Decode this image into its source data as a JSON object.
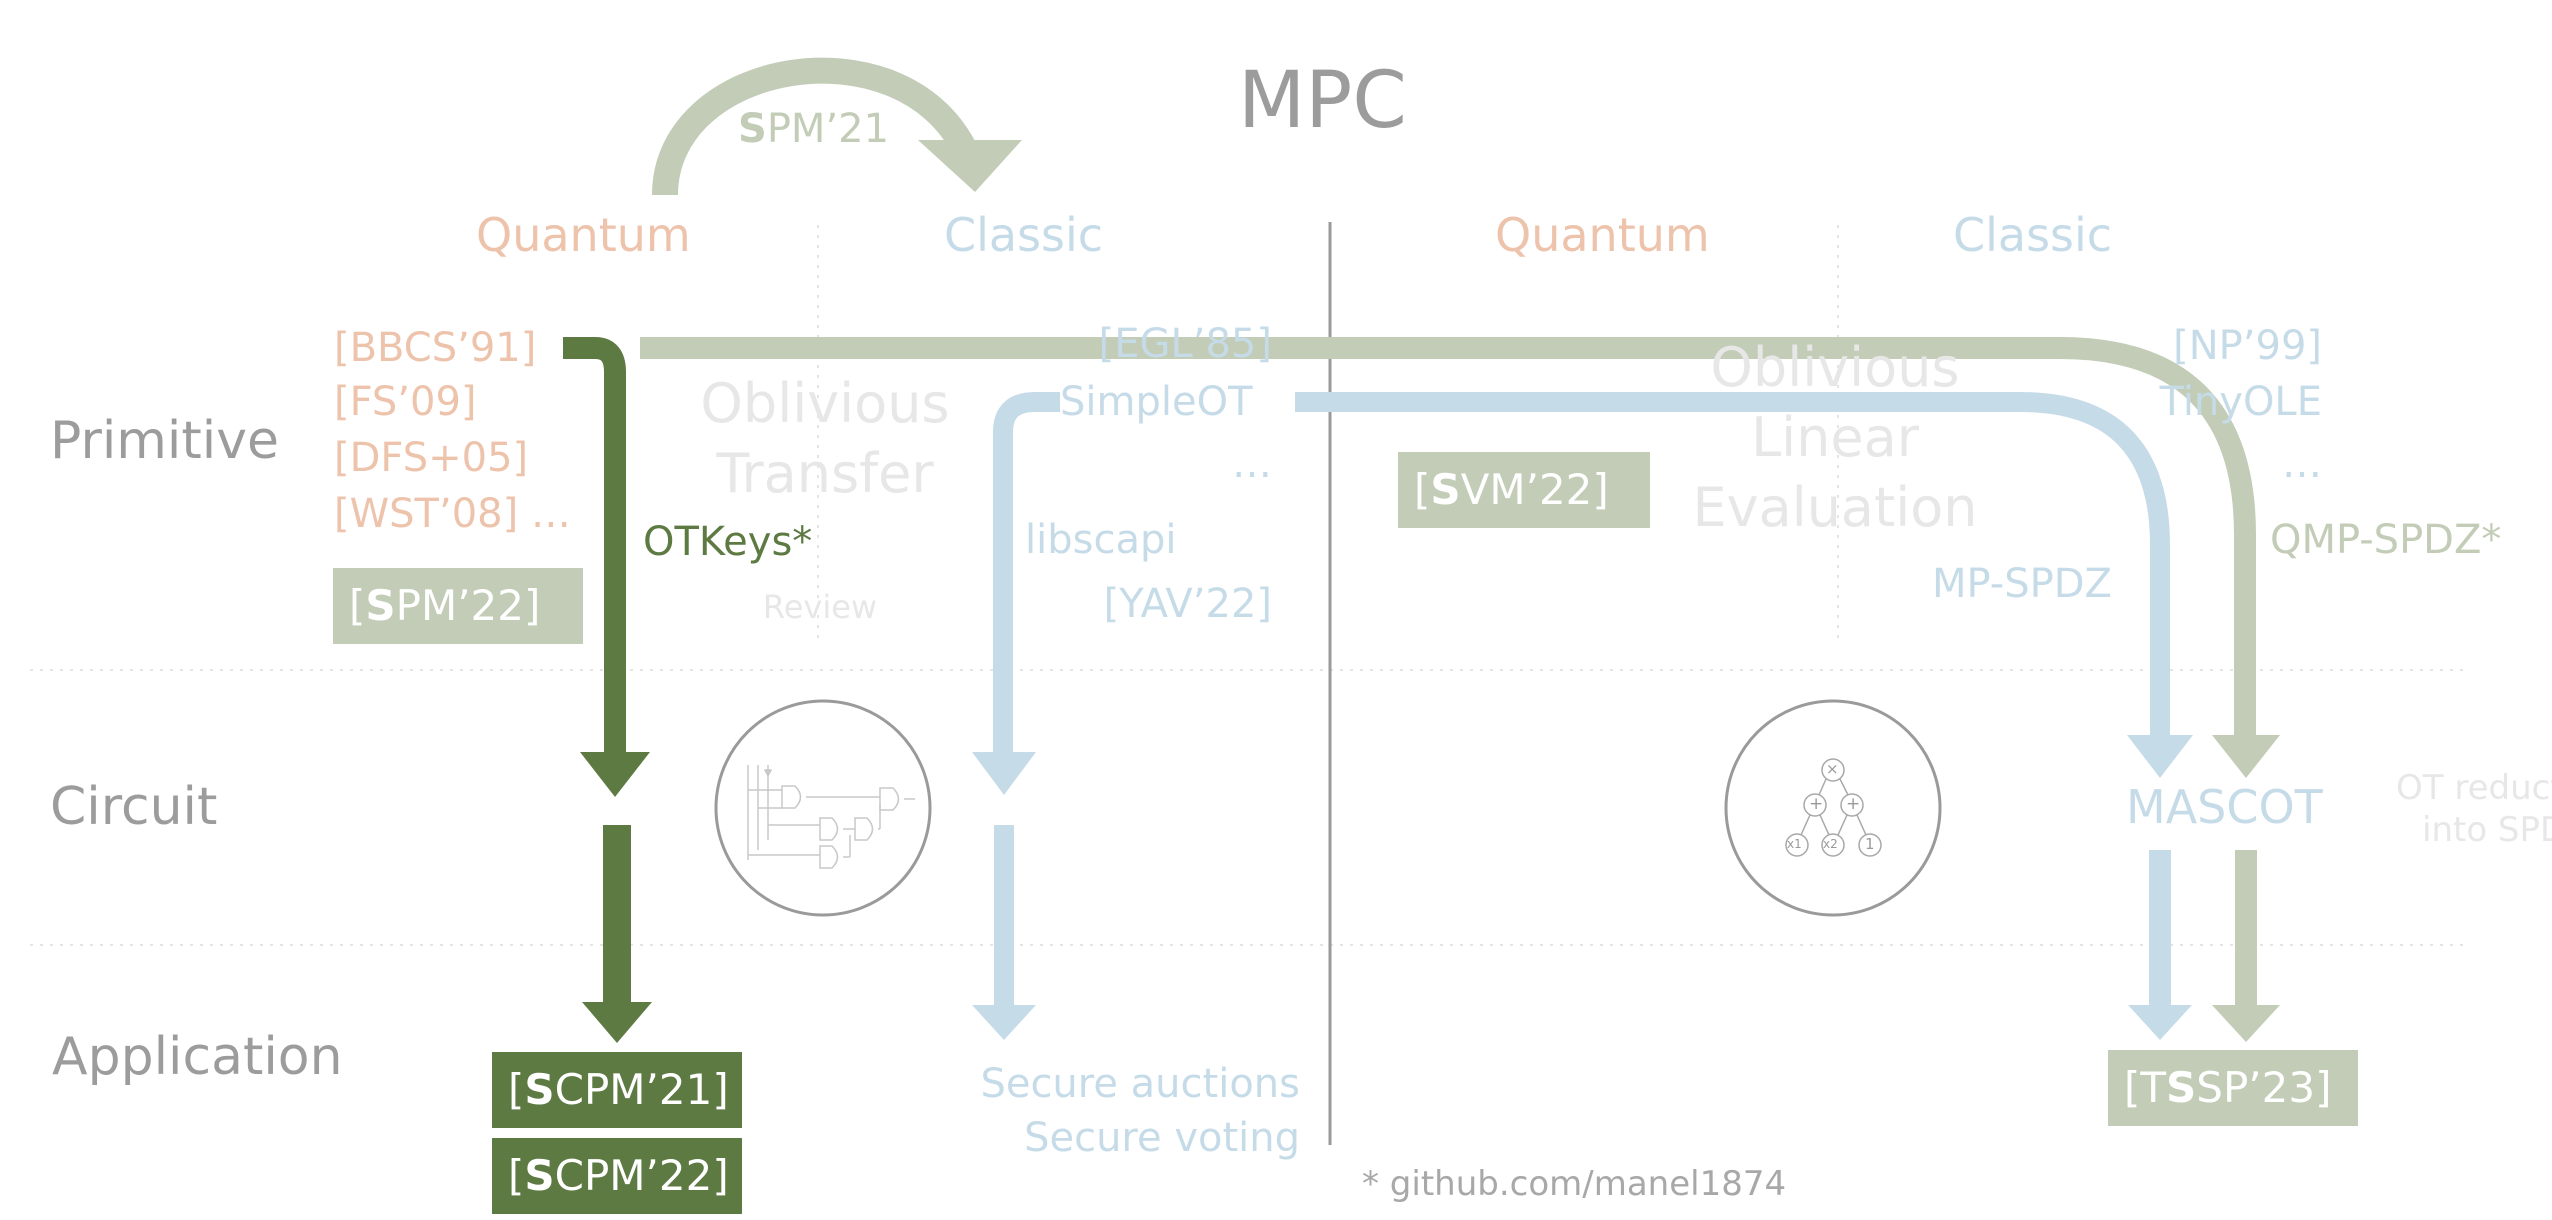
{
  "title": "MPC",
  "curved_arrow_label": {
    "bold": "S",
    "rest": "PM’21"
  },
  "headers": {
    "left_quantum": "Quantum",
    "left_classic": "Classic",
    "right_quantum": "Quantum",
    "right_classic": "Classic"
  },
  "rows": {
    "primitive": "Primitive",
    "circuit": "Circuit",
    "application": "Application"
  },
  "quantum_refs": [
    "[BBCS’91]",
    "[FS’09]",
    "[DFS+05]",
    "[WST’08] …"
  ],
  "spm22": {
    "prefix": "[",
    "bold": "S",
    "rest": "PM’22]"
  },
  "otkeys": "OTKeys*",
  "ot_center": {
    "line1": "Oblivious",
    "line2": "Transfer",
    "review": "Review"
  },
  "classic_refs": {
    "egl": "[EGL’85]",
    "simpleot": "SimpleOT",
    "ellipsis": "…",
    "libscapi": "libscapi",
    "yav": "[YAV’22]"
  },
  "svm22": {
    "prefix": "[",
    "bold": "S",
    "rest": "VM’22]"
  },
  "ole_center": {
    "line1": "Oblivious",
    "line2": "Linear",
    "line3": "Evaluation"
  },
  "right_classic_refs": {
    "np99": "[NP’99]",
    "tinyole": "TinyOLE",
    "ellipsis": "…",
    "mpspdz": "MP-SPDZ",
    "qmpspdz": "QMP-SPDZ*"
  },
  "mascot": "MASCOT",
  "ot_reduction": {
    "line1": "OT reduction",
    "line2": "into SPDZ"
  },
  "applications": {
    "scpm21": {
      "prefix": "[",
      "bold": "S",
      "rest": "CPM’21]"
    },
    "scpm22": {
      "prefix": "[",
      "bold": "S",
      "rest": "CPM’22]"
    },
    "secure_auctions": "Secure auctions",
    "secure_voting": "Secure voting",
    "tssp23": {
      "prefix": "[T",
      "bold": "S",
      "rest": "SP’23]"
    }
  },
  "footnote": "* github.com/manel1874",
  "arithmetic_circuit_labels": {
    "top": "×",
    "plus": "+",
    "x1": "x1",
    "x2": "x2",
    "one": "1"
  },
  "colors": {
    "dark_green": "#5e7a43",
    "sage": "#c2ccb6",
    "light_blue": "#c6dbe8",
    "salmon": "#edc3ac",
    "gray": "#9c9c9c"
  }
}
